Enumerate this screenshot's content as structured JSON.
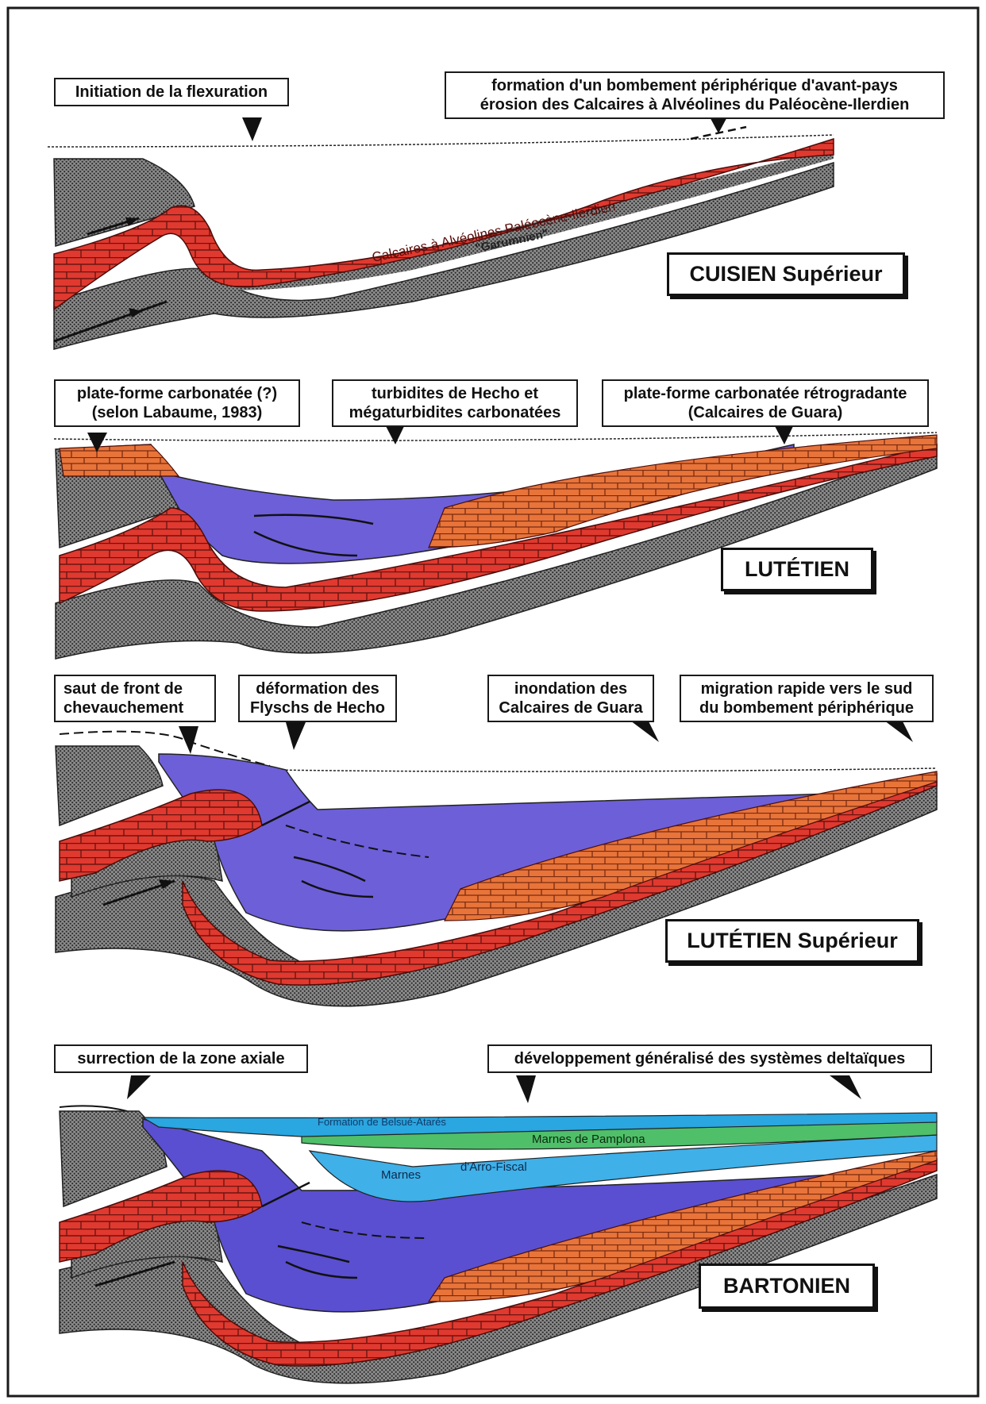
{
  "panels": [
    {
      "stage": "CUISIEN Supérieur",
      "callouts": [
        {
          "lines": [
            "Initiation de la flexuration"
          ]
        },
        {
          "lines": [
            "formation d'un bombement périphérique d'avant-pays",
            "érosion des Calcaires à Alvéolines du Paléocène-Ilerdien"
          ]
        }
      ],
      "layer_labels": [
        "Calcaires à Alvéolines  Paléocène-Ilerdien",
        "\"Garumnien\""
      ]
    },
    {
      "stage": "LUTÉTIEN",
      "callouts": [
        {
          "lines": [
            "plate-forme carbonatée (?)",
            "(selon Labaume, 1983)"
          ]
        },
        {
          "lines": [
            "turbidites de Hecho et",
            "mégaturbidites carbonatées"
          ]
        },
        {
          "lines": [
            "plate-forme carbonatée rétrogradante",
            "(Calcaires de Guara)"
          ]
        }
      ]
    },
    {
      "stage": "LUTÉTIEN Supérieur",
      "callouts": [
        {
          "lines": [
            "saut de front de",
            "chevauchement"
          ]
        },
        {
          "lines": [
            "déformation des",
            "Flyschs de Hecho"
          ]
        },
        {
          "lines": [
            "inondation des",
            "Calcaires de Guara"
          ]
        },
        {
          "lines": [
            "migration rapide vers le sud",
            "du bombement périphérique"
          ]
        }
      ]
    },
    {
      "stage": "BARTONIEN",
      "callouts": [
        {
          "lines": [
            "surrection de la zone axiale"
          ]
        },
        {
          "lines": [
            "développement généralisé des systèmes deltaïques"
          ]
        }
      ],
      "layer_labels": [
        "Formation de Belsué-Atarés",
        "Marnes de Pamplona",
        "Marnes",
        "d'Arro-Fiscal"
      ]
    }
  ],
  "colors": {
    "limestone": "#e0392f",
    "platform": "#e8743a",
    "turbidite": "#6d5fd8",
    "marl_blue": "#3fb0e8",
    "marl_green": "#4fbf6a",
    "basement": "#9c9c9c",
    "mortar": "#6b1410"
  }
}
